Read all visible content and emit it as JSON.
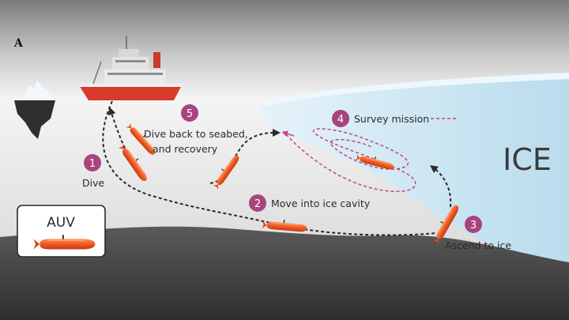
{
  "panel_label": "A",
  "ice_label": "ICE",
  "legend": {
    "title": "AUV"
  },
  "steps": [
    {
      "number": "1",
      "label": "Dive"
    },
    {
      "number": "2",
      "label": "Move into ice cavity"
    },
    {
      "number": "3",
      "label": "Ascend to ice"
    },
    {
      "number": "4",
      "label": "Survey mission"
    },
    {
      "number": "5",
      "label_line1": "Dive back to seabed,",
      "label_line2": "and recovery"
    }
  ],
  "colors": {
    "step_badge": "#a9447f",
    "auv_body": "#ef5a24",
    "path": "#2a2a2a",
    "survey_path": "#c2457f",
    "ice": "#cfe7f3",
    "ship_hull": "#d93a2b",
    "seabed": "#3f3f3f"
  },
  "icons": [
    "ship-icon",
    "iceberg-icon",
    "auv-icon"
  ]
}
